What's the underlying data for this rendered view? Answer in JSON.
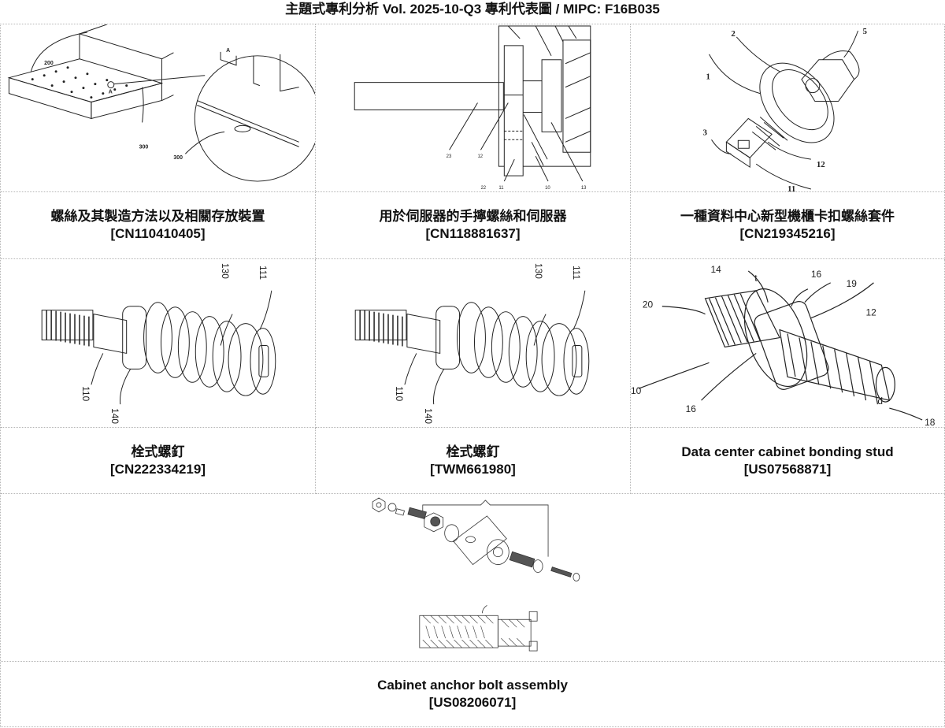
{
  "header": {
    "title": "主題式專利分析  Vol. 2025-10-Q3  專利代表圖  /  MIPC:  F16B035"
  },
  "patents": [
    {
      "title": "螺絲及其製造方法以及相關存放裝置",
      "number": "[CN110410405]",
      "figure_labels": [
        "200",
        "A",
        "300",
        "A",
        "300"
      ]
    },
    {
      "title": "用於伺服器的手擰螺絲和伺服器",
      "number": "[CN118881637]",
      "figure_labels": [
        "23",
        "12",
        "22",
        "10",
        "11",
        "13"
      ]
    },
    {
      "title": "一種資料中心新型機櫃卡扣螺絲套件",
      "number": "[CN219345216]",
      "figure_labels": [
        "2",
        "5",
        "1",
        "3",
        "12",
        "11"
      ]
    },
    {
      "title": "栓式螺釘",
      "number": "[CN222334219]",
      "figure_labels": [
        "130",
        "111",
        "110",
        "140"
      ]
    },
    {
      "title": "栓式螺釘",
      "number": "[TWM661980]",
      "figure_labels": [
        "130",
        "111",
        "110",
        "140"
      ]
    },
    {
      "title": "Data center cabinet bonding stud",
      "number": "[US07568871]",
      "figure_labels": [
        "14",
        "t",
        "16",
        "19",
        "20",
        "12",
        "10",
        "16",
        "d",
        "18"
      ]
    },
    {
      "title": "Cabinet anchor bolt assembly",
      "number": "[US08206071]",
      "figure_labels": []
    }
  ],
  "colors": {
    "grid_border": "#b5b5b5",
    "ink": "#111111"
  }
}
